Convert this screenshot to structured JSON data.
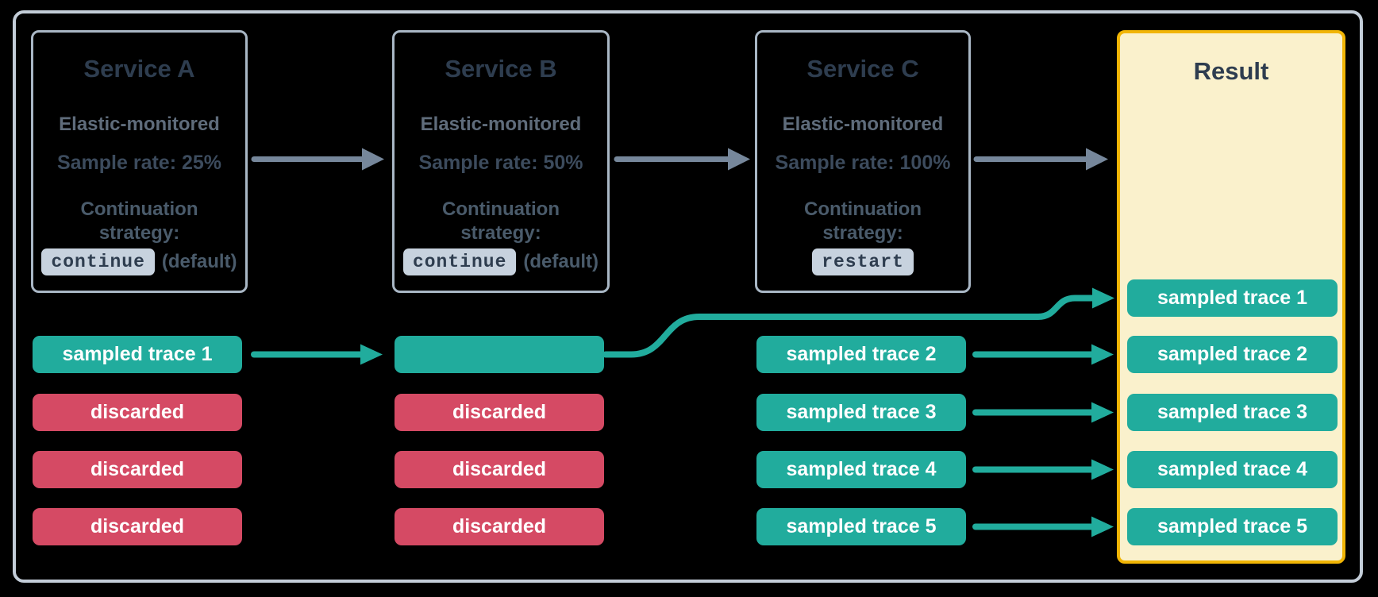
{
  "diagram": {
    "services": [
      {
        "title": "Service A",
        "monitoring": "Elastic-monitored",
        "sample_rate": "Sample rate: 25%",
        "strategy_label": "Continuation strategy:",
        "strategy_value": "continue",
        "strategy_suffix": "(default)"
      },
      {
        "title": "Service B",
        "monitoring": "Elastic-monitored",
        "sample_rate": "Sample rate: 50%",
        "strategy_label": "Continuation strategy:",
        "strategy_value": "continue",
        "strategy_suffix": "(default)"
      },
      {
        "title": "Service C",
        "monitoring": "Elastic-monitored",
        "sample_rate": "Sample rate: 100%",
        "strategy_label": "Continuation strategy:",
        "strategy_value": "restart",
        "strategy_suffix": ""
      }
    ],
    "result": {
      "title": "Result",
      "traces": [
        "sampled trace 1",
        "sampled trace 2",
        "sampled trace 3",
        "sampled trace 4",
        "sampled trace 5"
      ]
    },
    "traces": {
      "service_a": [
        "sampled trace 1",
        "discarded",
        "discarded",
        "discarded"
      ],
      "service_b": [
        "",
        "discarded",
        "discarded",
        "discarded"
      ],
      "service_c": [
        "sampled trace 2",
        "sampled trace 3",
        "sampled trace 4",
        "sampled trace 5"
      ]
    },
    "colors": {
      "sampled_teal": "#21AC9D",
      "discarded_red": "#D54A64",
      "result_fill": "#FAF1CC",
      "result_border": "#F1B505",
      "arrow_gray": "#76879B",
      "box_border": "#A9B7C5",
      "container_border": "#C3CDD8",
      "text_dark": "#2E3D4F",
      "text_gray": "#5F6C7B",
      "badge_bg": "#C7D2DE"
    }
  }
}
